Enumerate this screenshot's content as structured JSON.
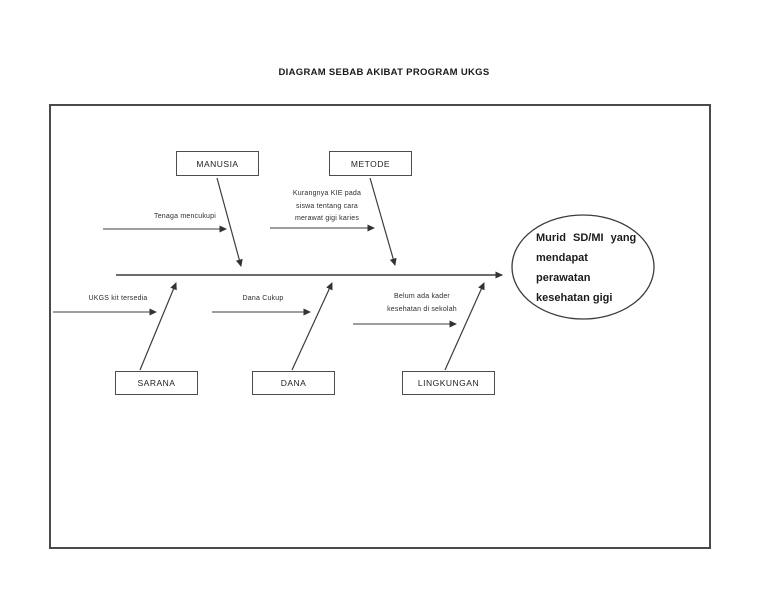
{
  "title": "DIAGRAM SEBAB AKIBAT PROGRAM UKGS",
  "diagram": {
    "type": "fishbone-cause-effect",
    "branches": [
      {
        "category": "MANUSIA",
        "position": "top",
        "cause_lines": [
          "Tenaga mencukupi"
        ]
      },
      {
        "category": "METODE",
        "position": "top",
        "cause_lines": [
          "Kurangnya KIE pada",
          "siswa tentang cara",
          "merawat gigi karies"
        ]
      },
      {
        "category": "SARANA",
        "position": "bottom",
        "cause_lines": [
          "UKGS kit tersedia"
        ]
      },
      {
        "category": "DANA",
        "position": "bottom",
        "cause_lines": [
          "Dana Cukup"
        ]
      },
      {
        "category": "LINGKUNGAN",
        "position": "bottom",
        "cause_lines": [
          "Belum ada kader",
          "kesehatan di sekolah"
        ]
      }
    ],
    "effect": {
      "lines": [
        "Murid SD/MI yang",
        "mendapat",
        "perawatan",
        "kesehatan gigi"
      ]
    }
  },
  "colors": {
    "line": "#3d3d3d",
    "frame_border": "#4a4a4a",
    "text": "#1c1c1c",
    "background": "#ffffff"
  }
}
